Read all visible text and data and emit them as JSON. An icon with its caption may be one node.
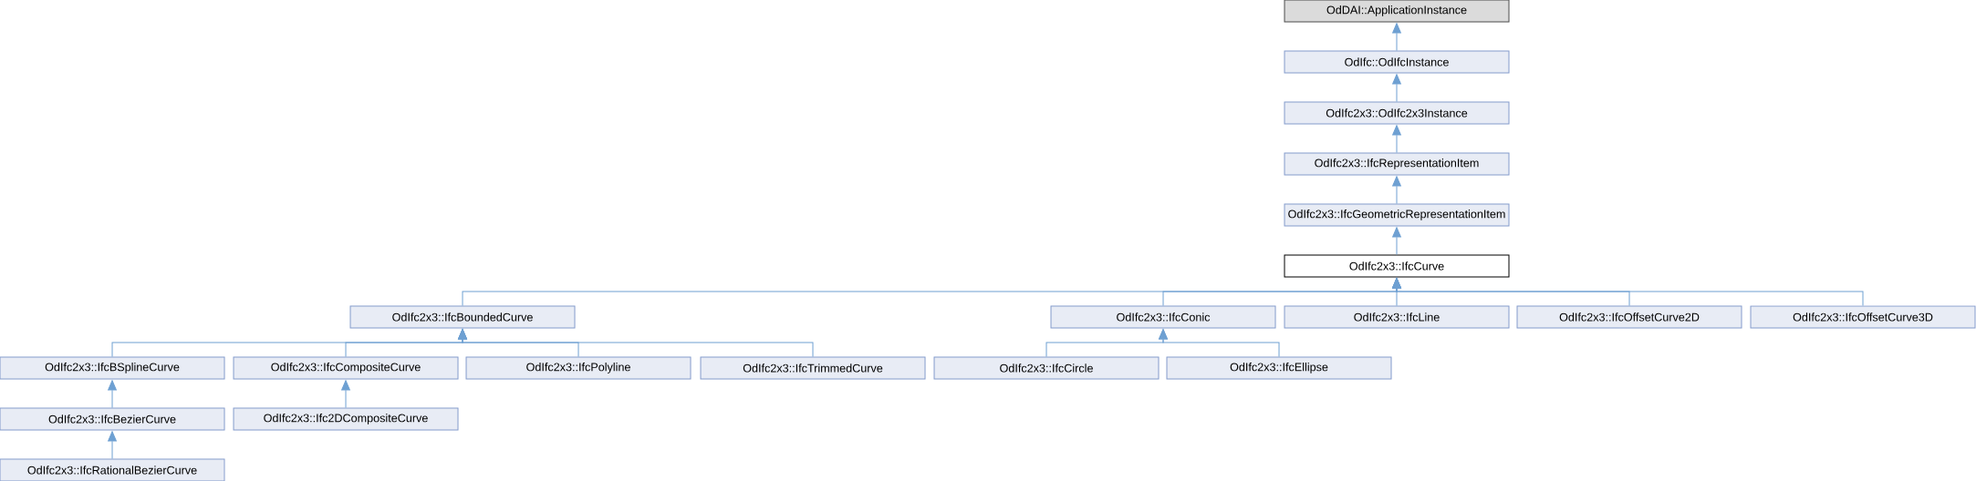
{
  "diagram": {
    "nodes": [
      {
        "text": [
          "OdDAI::ApplicationInstance"
        ]
      },
      {
        "text": [
          "OdIfc::OdIfcInstance"
        ]
      },
      {
        "text": [
          "OdIfc2x3::OdIfc2x3Instance"
        ]
      },
      {
        "text": [
          "OdIfc2x3::IfcRepresentationItem"
        ]
      },
      {
        "text": [
          "OdIfc2x3::IfcGeometricRepresentationItem"
        ]
      },
      {
        "text": [
          "OdIfc2x3::IfcCurve"
        ]
      },
      {
        "text": [
          "OdIfc2x3::IfcBoundedCurve"
        ]
      },
      {
        "text": [
          "OdIfc2x3::IfcConic"
        ]
      },
      {
        "text": [
          "OdIfc2x3::IfcLine"
        ]
      },
      {
        "text": [
          "OdIfc2x3::IfcOffsetCurve2D"
        ]
      },
      {
        "text": [
          "OdIfc2x3::IfcOffsetCurve3D"
        ]
      },
      {
        "text": [
          "OdIfc2x3::IfcBSplineCurve"
        ]
      },
      {
        "text": [
          "OdIfc2x3::IfcCompositeCurve"
        ]
      },
      {
        "text": [
          "OdIfc2x3::IfcPolyline"
        ]
      },
      {
        "text": [
          "OdIfc2x3::IfcTrimmedCurve"
        ]
      },
      {
        "text": [
          "OdIfc2x3::IfcCircle"
        ]
      },
      {
        "text": [
          "OdIfc2x3::IfcEllipse"
        ]
      },
      {
        "text": [
          "OdIfc2x3::IfcBezierCurve"
        ]
      },
      {
        "text": [
          "OdIfc2x3::Ifc2DCompositeCurve"
        ]
      },
      {
        "text": [
          "OdIfc2x3::IfcRationalBezierCurve"
        ]
      }
    ],
    "edges": [
      {
        "from": 1,
        "to": 0,
        "arrow": "to"
      },
      {
        "from": 2,
        "to": 1,
        "arrow": "to"
      },
      {
        "from": 3,
        "to": 2,
        "arrow": "to"
      },
      {
        "from": 4,
        "to": 3,
        "arrow": "to"
      },
      {
        "from": 5,
        "to": 4,
        "arrow": "to"
      },
      {
        "from": 6,
        "to": 5,
        "arrow": "to"
      },
      {
        "from": 7,
        "to": 5,
        "arrow": "to"
      },
      {
        "from": 8,
        "to": 5,
        "arrow": "to"
      },
      {
        "from": 9,
        "to": 5,
        "arrow": "to"
      },
      {
        "from": 10,
        "to": 5,
        "arrow": "to"
      },
      {
        "from": 11,
        "to": 6,
        "arrow": "to"
      },
      {
        "from": 12,
        "to": 6,
        "arrow": "to"
      },
      {
        "from": 13,
        "to": 6,
        "arrow": "to"
      },
      {
        "from": 14,
        "to": 6,
        "arrow": "to"
      },
      {
        "from": 15,
        "to": 7,
        "arrow": "to"
      },
      {
        "from": 16,
        "to": 7,
        "arrow": "to"
      },
      {
        "from": 17,
        "to": 11,
        "arrow": "to"
      },
      {
        "from": 18,
        "to": 12,
        "arrow": "to"
      },
      {
        "from": 19,
        "to": 17,
        "arrow": "to"
      }
    ]
  }
}
